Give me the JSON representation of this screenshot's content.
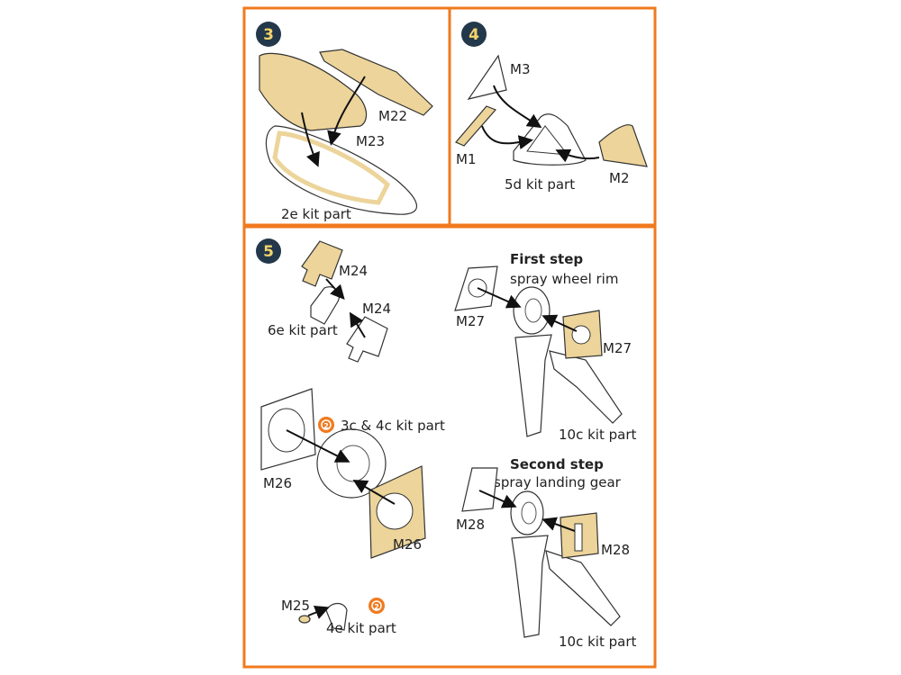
{
  "colors": {
    "border": "#f07a1e",
    "mask": "#ecd49a",
    "badge": "#23384a",
    "badge_text": "#f3d46c"
  },
  "step3": {
    "number": "3",
    "labels": {
      "m22": "M22",
      "m23": "M23",
      "kit": "2e kit part"
    }
  },
  "step4": {
    "number": "4",
    "labels": {
      "m3": "M3",
      "m1": "M1",
      "m2": "M2",
      "kit": "5d kit part"
    }
  },
  "step5": {
    "number": "5",
    "labels": {
      "m24a": "M24",
      "m24b": "M24",
      "kit6e": "6e kit part",
      "kit34c": "3c & 4c kit part",
      "m26a": "M26",
      "m26b": "M26",
      "m25": "M25",
      "kit4e": "4e kit part",
      "m27a": "M27",
      "m27b": "M27",
      "kit10c_a": "10c kit part",
      "m28a": "M28",
      "m28b": "M28",
      "kit10c_b": "10c kit part"
    },
    "first_step": {
      "title": "First step",
      "subtitle": "spray wheel rim"
    },
    "second_step": {
      "title": "Second step",
      "subtitle": "spray landing gear"
    },
    "icon_numbers": {
      "a": "2",
      "b": "2"
    }
  }
}
